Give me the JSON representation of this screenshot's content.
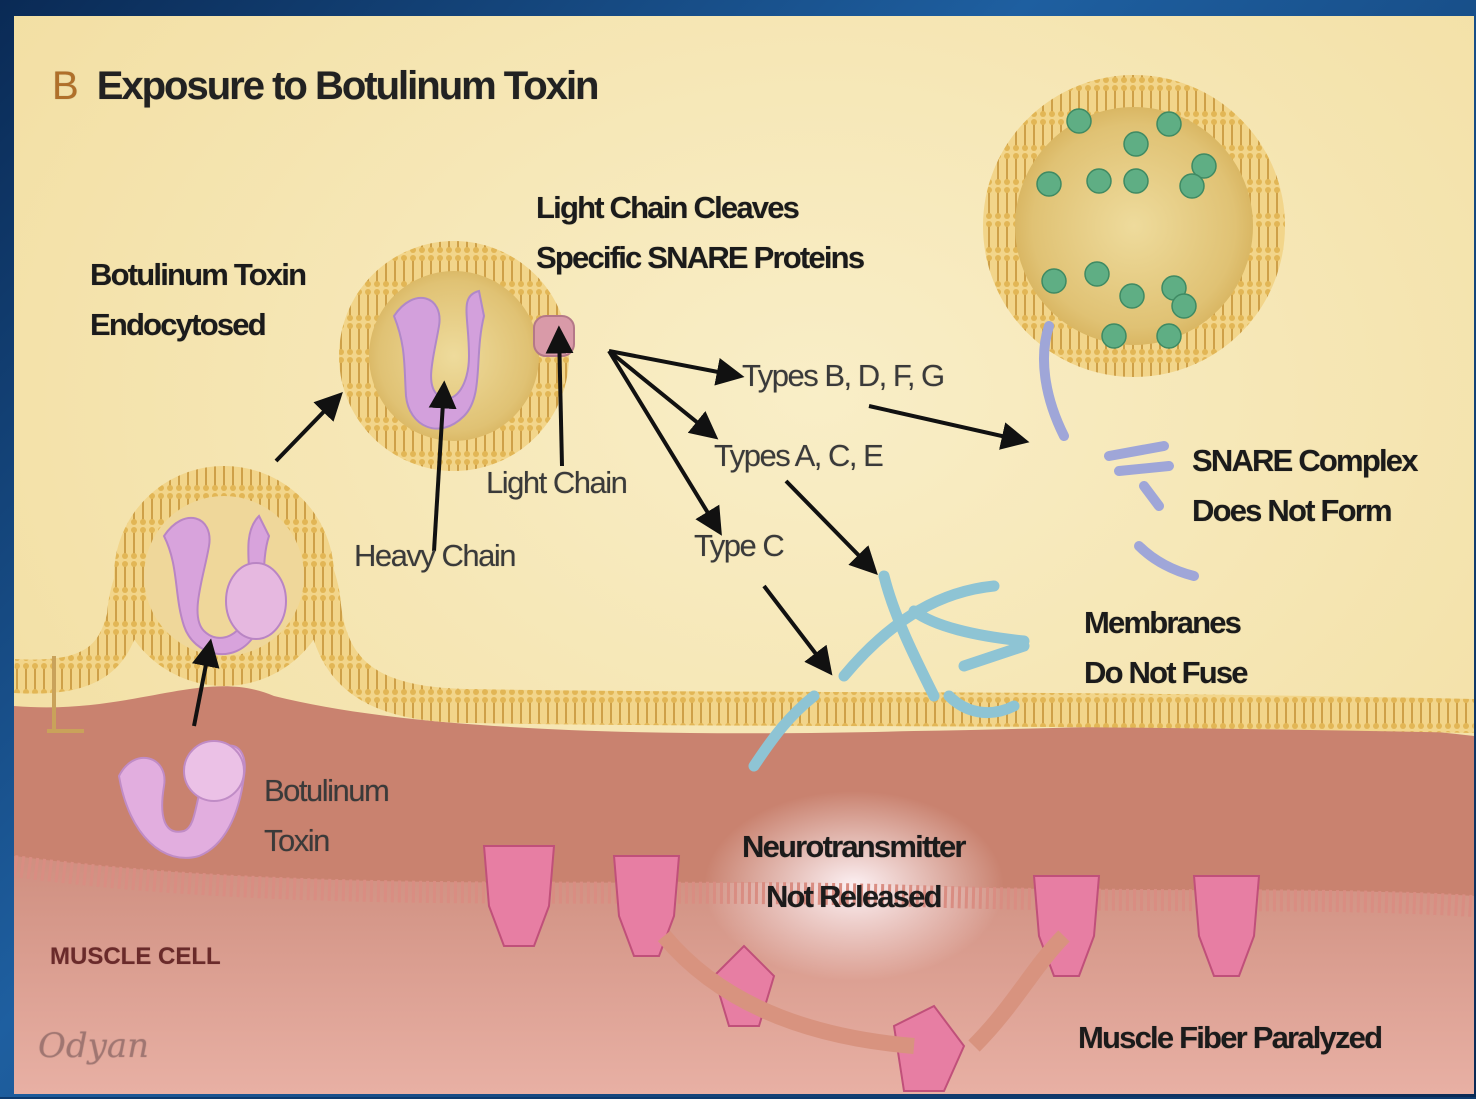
{
  "title": {
    "panel": "B",
    "text": "Exposure to Botulinum Toxin"
  },
  "labels": {
    "endocytosed": [
      "Botulinum Toxin",
      "Endocytosed"
    ],
    "light_chain_cleaves": [
      "Light Chain Cleaves",
      "Specific SNARE Proteins"
    ],
    "types_bdfg": "Types B, D, F, G",
    "types_ace": "Types A, C, E",
    "type_c": "Type C",
    "light_chain": "Light Chain",
    "heavy_chain": "Heavy Chain",
    "snare_complex": [
      "SNARE Complex",
      "Does Not Form"
    ],
    "membranes": [
      "Membranes",
      "Do Not Fuse"
    ],
    "botulinum_toxin": [
      "Botulinum",
      "Toxin"
    ],
    "neurotransmitter": [
      "Neurotransmitter",
      "Not Released"
    ],
    "muscle_cell": "MUSCLE CELL",
    "muscle_fiber": "Muscle Fiber Paralyzed",
    "signature": "Odyan"
  },
  "colors": {
    "cytoplasm": "#f6e7b6",
    "membrane": "#e8c46a",
    "cleft": "#c98a78",
    "muscle": "#dea296",
    "toxin": "#d9a4d8",
    "neurotransmitter": "#6ab38a",
    "snare": "#8ec4d4",
    "receptor": "#e46e98",
    "frame": "#1a4f8a"
  }
}
